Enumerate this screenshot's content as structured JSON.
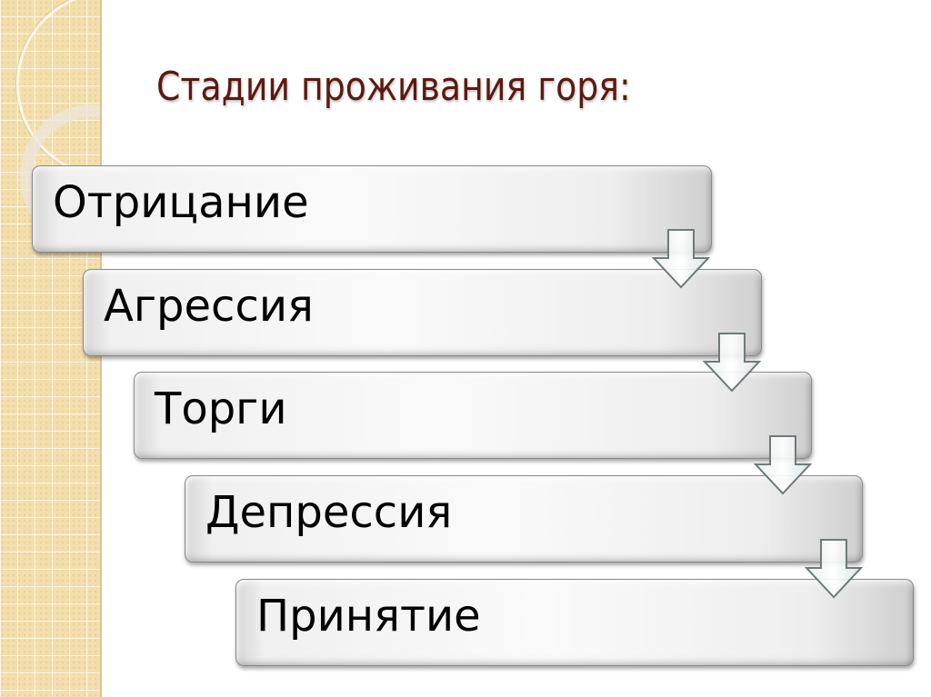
{
  "slide": {
    "title": "Стадии проживания горя:",
    "colors": {
      "title": "#5a1a10",
      "text": "#000000",
      "strip": "#f3dfae",
      "box_fill": "#f5f5f5",
      "box_border": "#8a8a8a"
    },
    "stages": [
      {
        "label": "Отрицание"
      },
      {
        "label": "Агрессия"
      },
      {
        "label": "Торги"
      },
      {
        "label": "Депрессия"
      },
      {
        "label": "Принятие"
      }
    ],
    "connector_icon": "down-arrow-icon"
  }
}
